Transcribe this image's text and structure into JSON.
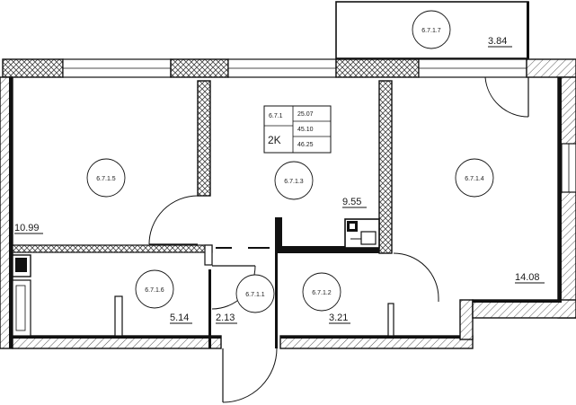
{
  "apartment": {
    "code": "6.7.1",
    "type": "2K",
    "area_1": "25.07",
    "area_2": "45.10",
    "area_3": "46.25"
  },
  "rooms": [
    {
      "id": "6.7.1.5",
      "area": "10.99"
    },
    {
      "id": "6.7.1.3",
      "area": "9.55"
    },
    {
      "id": "6.7.1.4",
      "area": "14.08"
    },
    {
      "id": "6.7.1.6",
      "area": "5.14"
    },
    {
      "id": "6.7.1.1",
      "area": "2.13"
    },
    {
      "id": "6.7.1.2",
      "area": "3.21"
    },
    {
      "id": "6.7.1.7",
      "area": "3.84"
    }
  ]
}
